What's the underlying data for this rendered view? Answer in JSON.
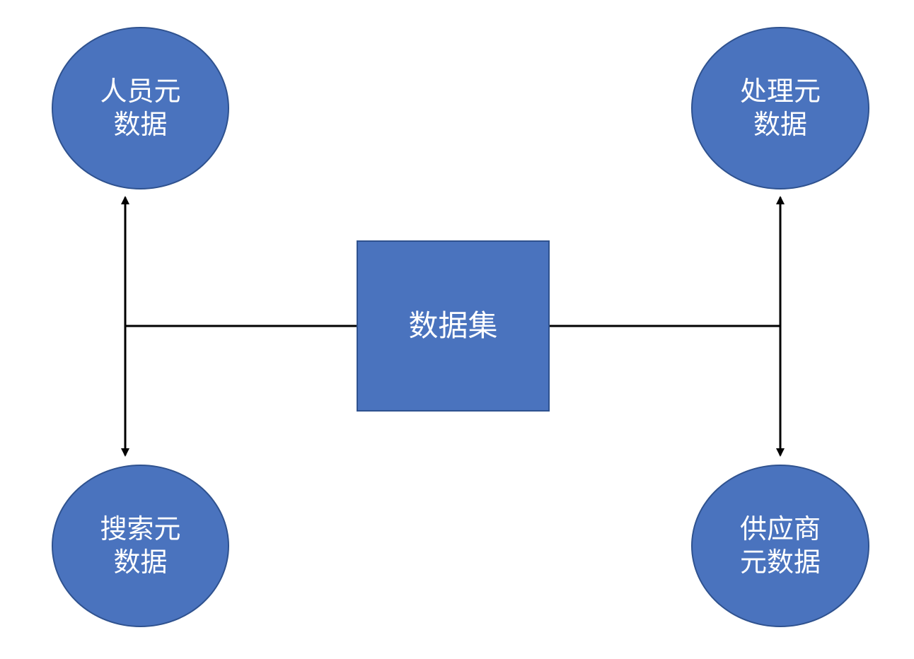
{
  "colors": {
    "node_fill": "#4a73be",
    "node_border": "#2f528f",
    "line": "#000000",
    "text": "#ffffff"
  },
  "diagram": {
    "center": {
      "label": "数据集"
    },
    "nodes": {
      "top_left": {
        "label": "人员元\n数据"
      },
      "top_right": {
        "label": "处理元\n数据"
      },
      "bottom_left": {
        "label": "搜索元\n数据"
      },
      "bottom_right": {
        "label": "供应商\n元数据"
      }
    }
  }
}
